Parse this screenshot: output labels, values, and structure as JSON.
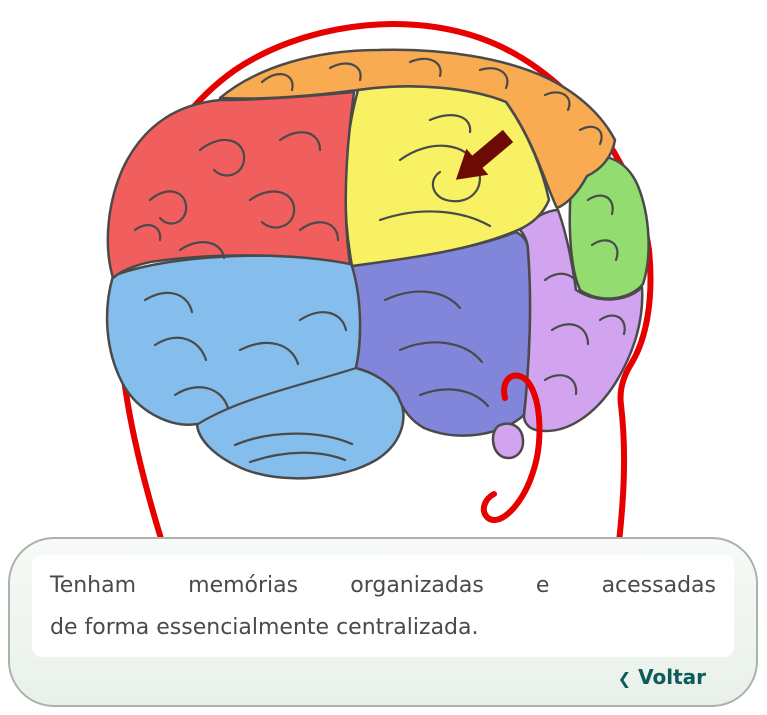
{
  "caption": {
    "line1": "Tenham memórias organizadas e acessadas",
    "line2": "de forma essencialmente centralizada."
  },
  "back": {
    "chevron": "❮",
    "label": "Voltar"
  },
  "colors": {
    "head_outline": "#e60000",
    "brain_outline": "#4a4a4a",
    "region_frontal": "#f15e5e",
    "region_top": "#f9ab51",
    "region_center": "#f7f163",
    "region_rear_upper": "#93dc70",
    "region_rear": "#d2a4ef",
    "region_mid_lower": "#8286db",
    "region_temporal": "#85bdec",
    "arrow": "#6b0b04",
    "back_button_text": "#0d5c5c",
    "panel_border": "#a9b3a9",
    "caption_text": "#4a4a4a"
  }
}
